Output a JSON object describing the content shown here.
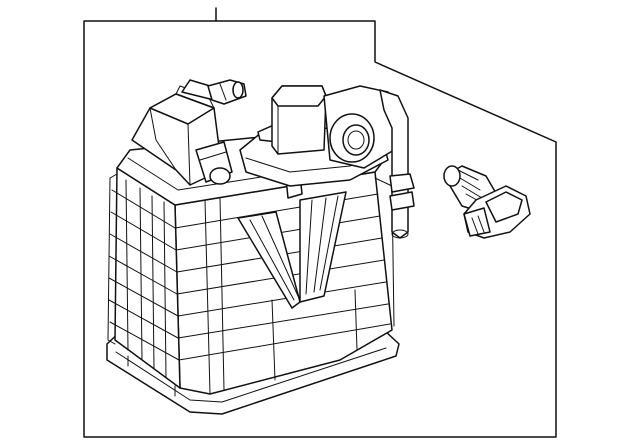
{
  "diagram": {
    "type": "exploded-parts-illustration",
    "colors": {
      "line": "#111111",
      "background": "#ffffff"
    },
    "parts": [
      {
        "name": "evap-canister-assembly"
      },
      {
        "name": "purge-solenoid-valve"
      }
    ]
  }
}
